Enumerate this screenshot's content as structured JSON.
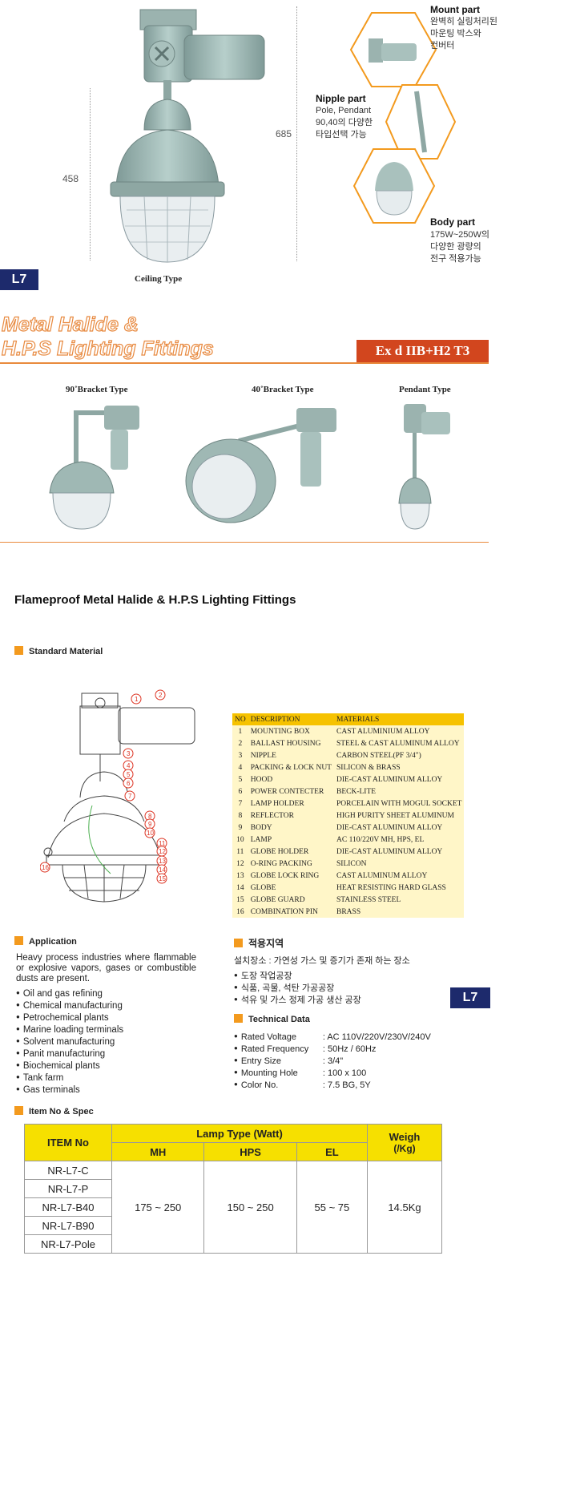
{
  "top": {
    "dim_458": "458",
    "dim_685": "685",
    "ceiling_type": "Ceiling Type",
    "page_tag": "L7",
    "mount_part": {
      "title": "Mount part",
      "desc": [
        "완벽히 실링처리된",
        "마운팅 박스와",
        "컨버터"
      ]
    },
    "nipple_part": {
      "title": "Nipple part",
      "desc": [
        "Pole, Pendant",
        "90,40의 다양한",
        "타입선택 가능"
      ]
    },
    "body_part": {
      "title": "Body part",
      "desc": [
        "175W~250W의",
        "다양한 광량의",
        "전구 적용가능"
      ]
    }
  },
  "banner": {
    "title_line1": "Metal Halide &",
    "title_line2": "H.P.S Lighting Fittings",
    "rating": "Ex  d  IIB+H2 T3"
  },
  "types": [
    "90˚Bracket Type",
    "40˚Bracket Type",
    "Pendant Type"
  ],
  "main_title": "Flameproof Metal Halide & H.P.S Lighting Fittings",
  "standard_material": "Standard Material",
  "materials": {
    "headers": [
      "NO",
      "DESCRIPTION",
      "MATERIALS"
    ],
    "rows": [
      [
        "1",
        "MOUNTING BOX",
        "CAST ALUMINIUM ALLOY"
      ],
      [
        "2",
        "BALLAST HOUSING",
        "STEEL & CAST ALUMINUM ALLOY"
      ],
      [
        "3",
        "NIPPLE",
        "CARBON STEEL(PF 3/4\")"
      ],
      [
        "4",
        "PACKING & LOCK NUT",
        "SILICON & BRASS"
      ],
      [
        "5",
        "HOOD",
        "DIE-CAST ALUMINUM ALLOY"
      ],
      [
        "6",
        "POWER CONTECTER",
        "BECK-LITE"
      ],
      [
        "7",
        "LAMP  HOLDER",
        "PORCELAIN WITH MOGUL SOCKET"
      ],
      [
        "8",
        "REFLECTOR",
        "HIGH PURITY SHEET ALUMINUM"
      ],
      [
        "9",
        "BODY",
        "DIE-CAST ALUMINUM ALLOY"
      ],
      [
        "10",
        "LAMP",
        "AC 110/220V MH, HPS, EL"
      ],
      [
        "11",
        "GLOBE HOLDER",
        "DIE-CAST ALUMINUM ALLOY"
      ],
      [
        "12",
        "O-RING PACKING",
        "SILICON"
      ],
      [
        "13",
        "GLOBE LOCK RING",
        "CAST ALUMINUM ALLOY"
      ],
      [
        "14",
        "GLOBE",
        "HEAT RESISTING HARD GLASS"
      ],
      [
        "15",
        "GLOBE GUARD",
        "STAINLESS STEEL"
      ],
      [
        "16",
        "COMBINATION PIN",
        "BRASS"
      ]
    ]
  },
  "application": {
    "title": "Application",
    "intro": "Heavy process industries where flammable or explosive vapors, gases or combustible dusts are present.",
    "items": [
      "Oil and gas refining",
      "Chemical manufacturing",
      "Petrochemical plants",
      "Marine loading terminals",
      "Solvent manufacturing",
      "Panit manufacturing",
      "Biochemical plants",
      "Tank farm",
      "Gas terminals"
    ]
  },
  "korean": {
    "title": "적용지역",
    "intro": "설치장소 : 가연성 가스 및 증기가 존재 하는 장소",
    "items": [
      "도장 작업공장",
      "식품, 곡물, 석탄 가공공장",
      "석유 및 가스 정제 가공 생산 공장"
    ]
  },
  "technical": {
    "title": "Technical Data",
    "rows": [
      [
        "Rated Voltage",
        ": AC 110V/220V/230V/240V"
      ],
      [
        "Rated Frequency",
        ": 50Hz / 60Hz"
      ],
      [
        "Entry Size",
        ": 3/4\""
      ],
      [
        "Mounting Hole",
        ": 100 x 100"
      ],
      [
        "Color No.",
        ": 7.5 BG, 5Y"
      ]
    ]
  },
  "spec": {
    "title": "Item No & Spec",
    "item_no": "ITEM No",
    "lamp_type": "Lamp Type (Watt)",
    "weigh": "Weigh",
    "weigh_unit": "(/Kg)",
    "mh": "MH",
    "hps": "HPS",
    "el": "EL",
    "items": [
      "NR-L7-C",
      "NR-L7-P",
      "NR-L7-B40",
      "NR-L7-B90",
      "NR-L7-Pole"
    ],
    "mh_val": "175  ~  250",
    "hps_val": "150  ~  250",
    "el_val": "55  ~  75",
    "weight_val": "14.5Kg"
  },
  "colors": {
    "accent": "#f39a1e",
    "navy": "#1d2a6c",
    "banner_red": "#d2461e",
    "spec_yellow": "#f6e000",
    "lamp": "#9fb8b4"
  }
}
